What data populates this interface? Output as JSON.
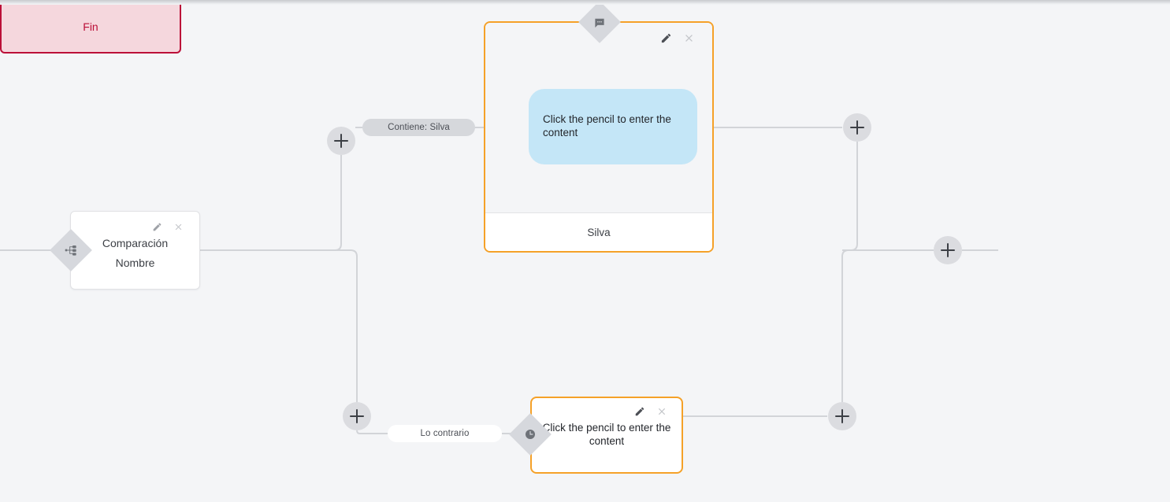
{
  "canvas": {
    "background_color": "#f4f5f7",
    "connector_color": "#d2d4d8"
  },
  "nodes": {
    "compare": {
      "badge_icon": "branch-split-icon",
      "title": "Comparación",
      "subtitle": "Nombre",
      "edit_icon": "pencil-icon",
      "close_icon": "close-icon"
    },
    "message": {
      "badge_icon": "chat-bubble-icon",
      "edit_icon": "pencil-icon",
      "close_icon": "close-icon",
      "bubble_text": "Click the pencil to enter the content",
      "bubble_color": "#c4e6f7",
      "footer_label": "Silva",
      "border_color": "#f5a128"
    },
    "delay": {
      "badge_icon": "clock-icon",
      "edit_icon": "pencil-icon",
      "close_icon": "close-icon",
      "text": "Click the pencil to enter the content",
      "border_color": "#f5a128"
    },
    "end": {
      "label": "Fin",
      "border_color": "#bb0f38",
      "fill_color": "#f5d7dd",
      "text_color": "#bb0f38"
    }
  },
  "edge_labels": [
    {
      "id": "true-branch",
      "text": "Contiene: Silva",
      "style": "gray"
    },
    {
      "id": "false-branch",
      "text": "Lo contrario",
      "style": "white"
    }
  ],
  "add_buttons": [
    {
      "id": "add-after-compare-true",
      "label": "+"
    },
    {
      "id": "add-after-compare-false",
      "label": "+"
    },
    {
      "id": "add-after-message",
      "label": "+"
    },
    {
      "id": "add-after-delay",
      "label": "+"
    },
    {
      "id": "add-before-end",
      "label": "+"
    }
  ]
}
